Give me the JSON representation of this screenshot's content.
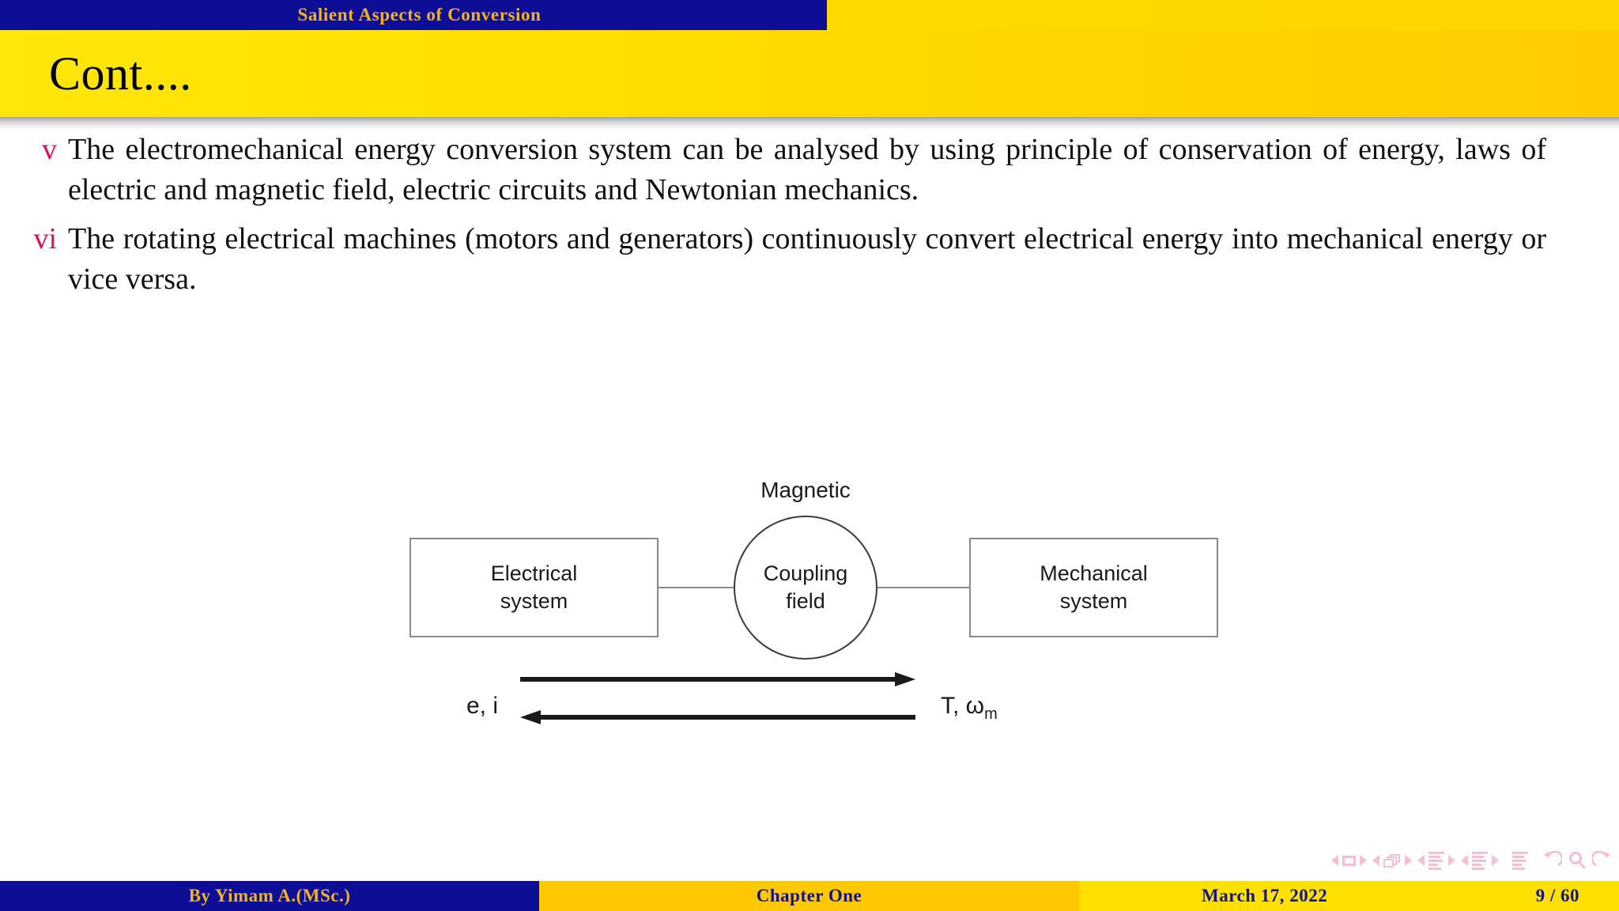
{
  "topbar": {
    "section_title": "Salient Aspects of Conversion",
    "blue_color": "#0d0d96",
    "text_color": "#f0b323"
  },
  "title": {
    "text": "Cont....",
    "bar_gradient_start": "#ffe70a",
    "bar_gradient_end": "#ffcc00",
    "text_color": "#000000"
  },
  "body": {
    "marker_color": "#d4145a",
    "items": [
      {
        "marker": "v",
        "text": "The electromechanical energy conversion system can be analysed by using principle of conservation of energy, laws of electric and magnetic field, electric circuits and Newtonian mechanics."
      },
      {
        "marker": "vi",
        "text": "The rotating electrical machines (motors and generators) continuously convert electrical energy into mechanical energy or vice versa."
      }
    ]
  },
  "figure": {
    "left_box": {
      "line1": "Electrical",
      "line2": "system"
    },
    "coupling": {
      "caption": "Magnetic",
      "line1": "Coupling",
      "line2": "field"
    },
    "right_box": {
      "line1": "Mechanical",
      "line2": "system"
    },
    "arrow_label_left": "e, i",
    "arrow_label_right_main": "T, ω",
    "arrow_label_right_sub": "m",
    "box_border_color": "#8a8a8a",
    "circle_border_color": "#3c3c3c",
    "arrow_color": "#1a1a1a"
  },
  "nav_symbols": {
    "color": "#f5bfd0",
    "icons": [
      "prev-slide-icon",
      "slide-icon",
      "next-slide-icon",
      "prev-frame-icon",
      "frames-icon",
      "next-frame-icon",
      "prev-subsection-icon",
      "subsection-icon",
      "next-subsection-icon",
      "prev-section-icon",
      "section-icon",
      "next-section-icon",
      "document-icon",
      "back-icon",
      "find-icon",
      "forward-icon"
    ]
  },
  "footer": {
    "author": "By Yimam A.(MSc.)",
    "chapter": "Chapter One",
    "date": "March 17, 2022",
    "page": "9 / 60",
    "author_bg": "#0d0d96",
    "author_fg": "#f0b323",
    "chapter_bg": "#ffc800",
    "chapter_fg": "#12128c",
    "right_bg": "#ffe000",
    "right_fg": "#12128c"
  }
}
